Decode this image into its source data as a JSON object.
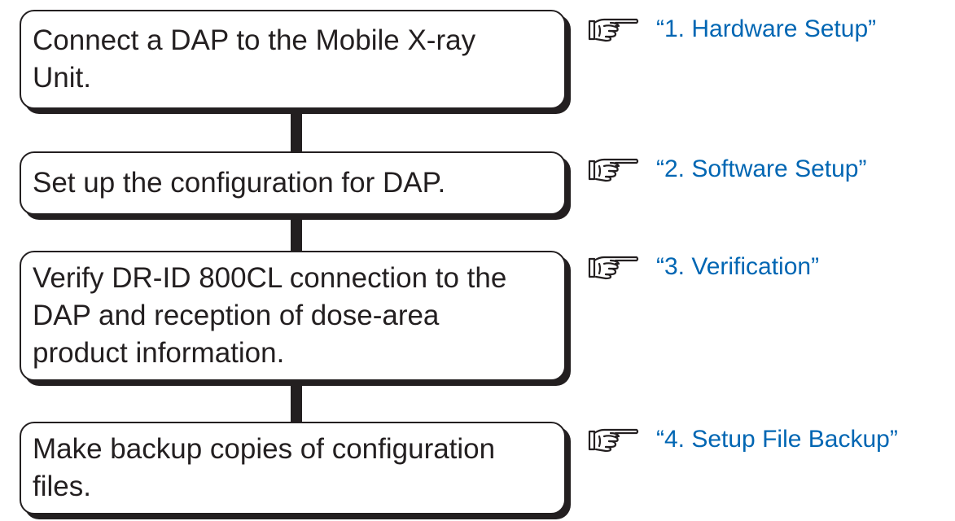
{
  "steps": [
    {
      "text": "Connect a DAP to the Mobile X-ray Unit."
    },
    {
      "text": "Set up the configuration for DAP."
    },
    {
      "text": "Verify DR-ID 800CL connection to the DAP and reception of dose-area product information."
    },
    {
      "text": "Make backup copies of configuration files."
    }
  ],
  "references": [
    {
      "icon": "pointing-hand-icon",
      "label": "“1. Hardware Setup”"
    },
    {
      "icon": "pointing-hand-icon",
      "label": "“2. Software Setup”"
    },
    {
      "icon": "pointing-hand-icon",
      "label": "“3. Verification”"
    },
    {
      "icon": "pointing-hand-icon",
      "label": "“4. Setup File Backup”"
    }
  ],
  "colors": {
    "box_border": "#231f20",
    "link": "#0066b3"
  }
}
